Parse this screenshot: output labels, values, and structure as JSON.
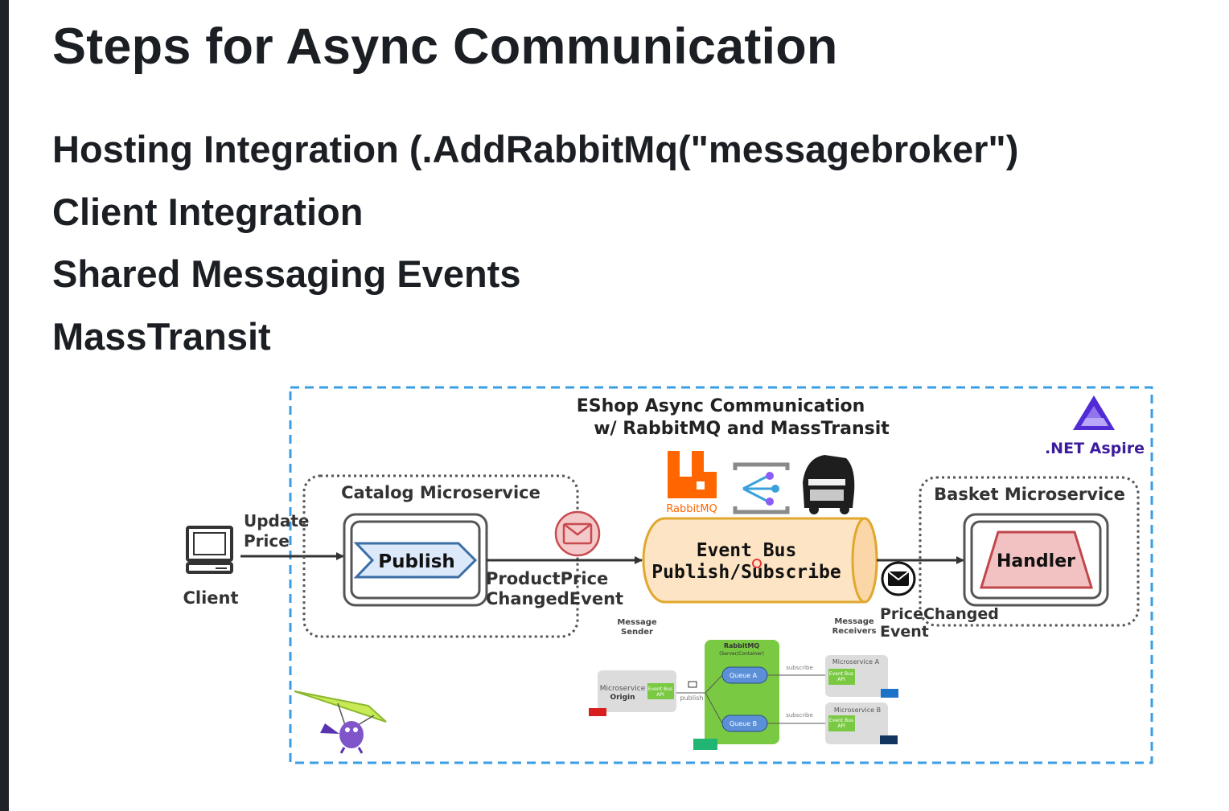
{
  "slide": {
    "title": "Steps for Async Communication",
    "steps": [
      "Hosting Integration (.AddRabbitMq(\"messagebroker\")",
      "Client Integration",
      "Shared Messaging Events",
      "MassTransit"
    ]
  },
  "diagram": {
    "title_line1": "EShop Async Communication",
    "title_line2": "w/ RabbitMQ and MassTransit",
    "aspire_label": ".NET Aspire",
    "client_label": "Client",
    "update_price": [
      "Update",
      "Price"
    ],
    "catalog_title": "Catalog Microservice",
    "publish_label": "Publish",
    "product_event": [
      "ProductPrice",
      "ChangedEvent"
    ],
    "rabbitmq_logo_text": "RabbitMQ",
    "event_bus": [
      "Event Bus",
      "Publish/Subscribe"
    ],
    "basket_title": "Basket Microservice",
    "handler_label": "Handler",
    "price_event": [
      "PriceChanged",
      "Event"
    ],
    "message_sender": [
      "Message",
      "Sender"
    ],
    "message_receivers": [
      "Message",
      "Receivers"
    ],
    "mini": {
      "rabbit_title": "RabbitMQ",
      "rabbit_sub": "(Server/Container)",
      "origin": [
        "Microservice",
        "Origin"
      ],
      "event_bus_api": [
        "Event Bus",
        "API"
      ],
      "publish": "publish",
      "subscribe": "subscribe",
      "queue_a": "Queue A",
      "queue_b": "Queue B",
      "service_a": "Microservice A",
      "service_b": "Microservice B"
    },
    "colors": {
      "frame": "#3a9ee4",
      "aspire": "#512bd4",
      "rabbitmq": "#ff6600",
      "bus_fill": "#fde4c4",
      "bus_stroke": "#e0a82e",
      "handler_fill": "#f2c2c2",
      "handler_stroke": "#c0474c",
      "publish_fill": "#dbe9fb",
      "publish_stroke": "#3b6ea5"
    }
  }
}
